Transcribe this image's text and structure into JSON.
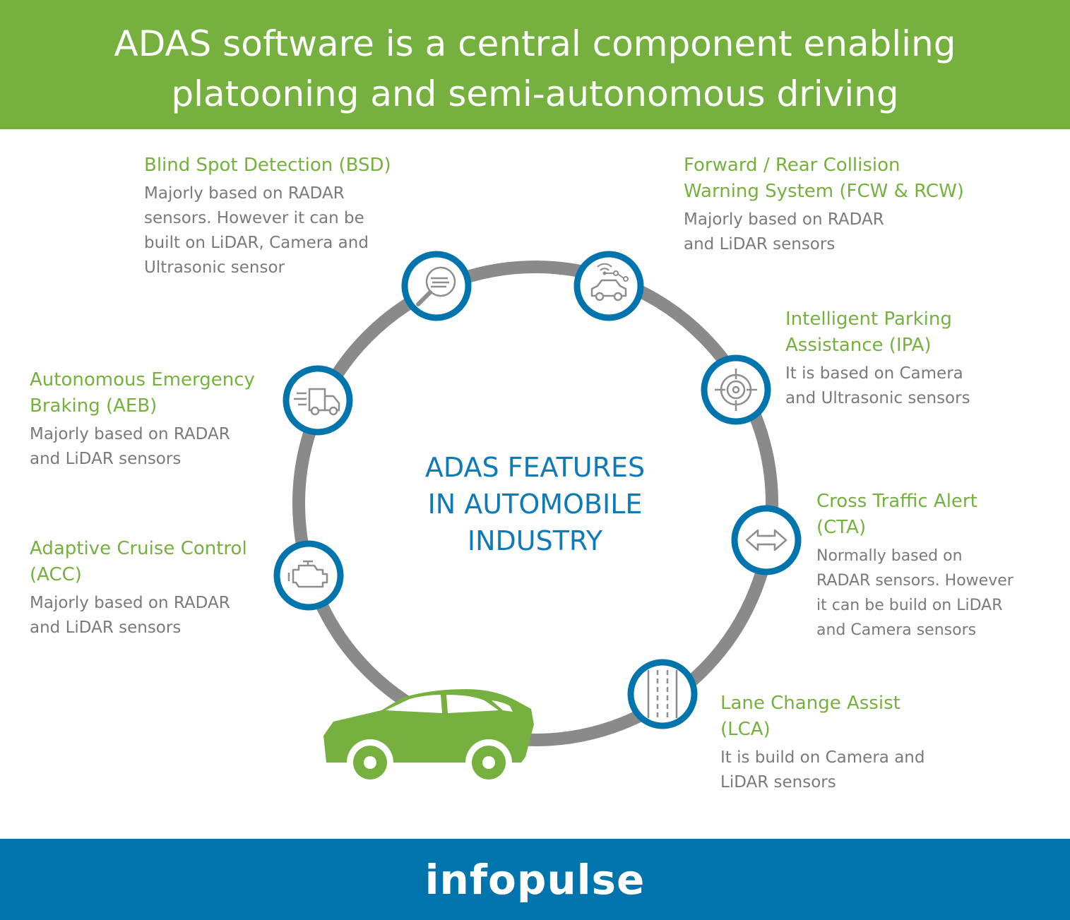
{
  "header": {
    "title_lines": [
      "ADAS software is a central component enabling",
      "platooning and semi-autonomous driving"
    ]
  },
  "center": {
    "lines": [
      "ADAS FEATURES",
      "IN AUTOMOBILE",
      "INDUSTRY"
    ]
  },
  "features": {
    "bsd": {
      "title": [
        "Blind Spot Detection (BSD)"
      ],
      "desc": [
        "Majorly based on RADAR",
        "sensors. However it can be",
        "built on LiDAR, Camera and",
        "Ultrasonic sensor"
      ],
      "icon": "magnifier-icon"
    },
    "fcw": {
      "title": [
        "Forward / Rear Collision",
        "Warning System (FCW & RCW)"
      ],
      "desc": [
        "Majorly based on RADAR",
        "and LiDAR sensors"
      ],
      "icon": "connected-car-icon"
    },
    "ipa": {
      "title": [
        "Intelligent Parking",
        "Assistance (IPA)"
      ],
      "desc": [
        "It is based on Camera",
        "and Ultrasonic sensors"
      ],
      "icon": "crosshair-icon"
    },
    "aeb": {
      "title": [
        "Autonomous Emergency",
        "Braking (AEB)"
      ],
      "desc": [
        "Majorly based on RADAR",
        "and LiDAR sensors"
      ],
      "icon": "moving-truck-icon"
    },
    "cta": {
      "title": [
        "Cross Traffic Alert",
        "(CTA)"
      ],
      "desc": [
        "Normally based on",
        "RADAR sensors. However",
        "it can be build on LiDAR",
        "and Camera sensors"
      ],
      "icon": "bidirectional-arrows-icon"
    },
    "acc": {
      "title": [
        "Adaptive Cruise Control",
        "(ACC)"
      ],
      "desc": [
        "Majorly based on RADAR",
        "and LiDAR sensors"
      ],
      "icon": "engine-icon"
    },
    "lca": {
      "title": [
        "Lane Change Assist",
        "(LCA)"
      ],
      "desc": [
        "It is build on Camera and",
        "LiDAR sensors"
      ],
      "icon": "road-lanes-icon"
    }
  },
  "footer": {
    "brand": "infopulse"
  },
  "colors": {
    "green": "#76b13f",
    "blue": "#0074ad",
    "ring_gray": "#8a8a8a",
    "text_gray": "#7a7a7a",
    "icon_gray": "#8e8e8e"
  }
}
